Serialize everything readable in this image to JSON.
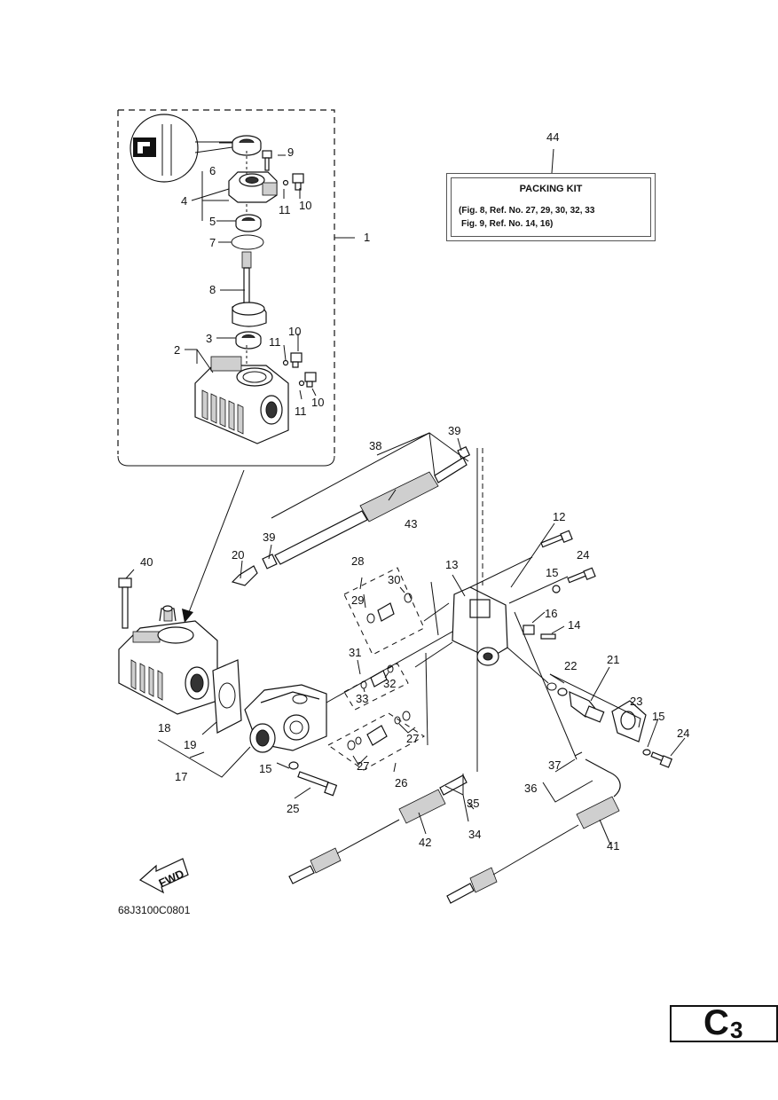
{
  "callouts": [
    "1",
    "2",
    "3",
    "4",
    "5",
    "6",
    "7",
    "8",
    "9",
    "10",
    "11",
    "12",
    "13",
    "14",
    "15",
    "16",
    "17",
    "18",
    "19",
    "20",
    "21",
    "22",
    "23",
    "24",
    "25",
    "26",
    "27",
    "28",
    "29",
    "30",
    "31",
    "32",
    "33",
    "34",
    "35",
    "36",
    "37",
    "38",
    "39",
    "40",
    "41",
    "42",
    "43",
    "44"
  ],
  "packing_kit": {
    "title": "PACKING KIT",
    "line1": "(Fig. 8, Ref. No. 27, 29, 30, 32, 33",
    "line2": "Fig. 9, Ref. No. 14, 16)"
  },
  "fwd_label": "FWD",
  "drawing_code": "68J3100C0801",
  "page_letter": "C",
  "page_number": "3"
}
